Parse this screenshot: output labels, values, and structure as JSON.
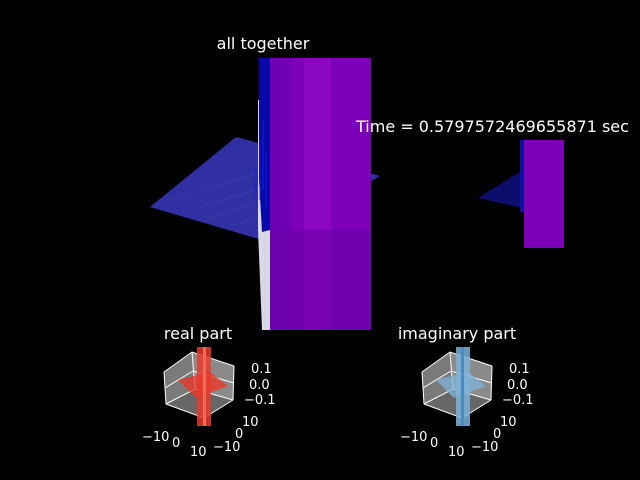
{
  "figure": {
    "time_label": "Time = 0.5797572469655871 sec",
    "background": "#000000"
  },
  "chart_data": [
    {
      "type": "surface",
      "title": "all together",
      "colors": {
        "plane": "#3434b0",
        "spike": "#7b00b8",
        "spike_dark": "#0808a8",
        "highlight": "#d8d8e6"
      }
    },
    {
      "type": "surface",
      "title": "",
      "colors": {
        "plane": "#0d0d6e",
        "spike": "#7b00b8"
      }
    },
    {
      "type": "surface",
      "title": "real part",
      "x_ticks": [
        "−10",
        "0",
        "10"
      ],
      "y_ticks": [
        "10",
        "0",
        "−10"
      ],
      "z_ticks": [
        "0.1",
        "0.0",
        "−0.1"
      ],
      "colors": {
        "surface": "#e8392a",
        "pane": "#7a7a7a",
        "pane_floor": "#666666"
      }
    },
    {
      "type": "surface",
      "title": "imaginary part",
      "x_ticks": [
        "−10",
        "0",
        "10"
      ],
      "y_ticks": [
        "10",
        "0",
        "−10"
      ],
      "z_ticks": [
        "0.1",
        "0.0",
        "−0.1"
      ],
      "colors": {
        "surface": "#7fb3d8",
        "pane": "#7a7a7a",
        "pane_floor": "#666666"
      }
    }
  ]
}
